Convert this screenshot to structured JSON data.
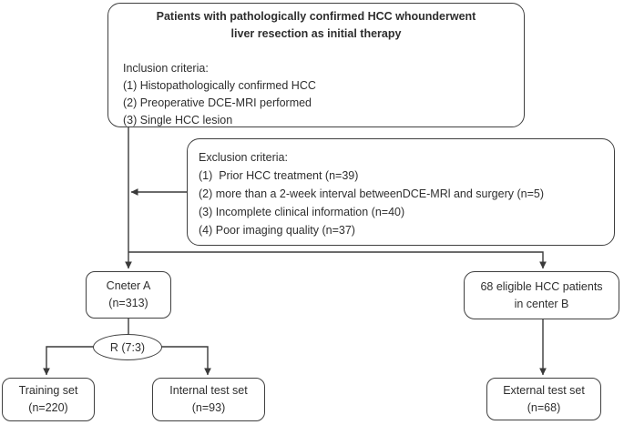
{
  "colors": {
    "line": "#3a3a3a",
    "border": "#3f3f3f",
    "text": "#2e2e2e",
    "background": "#ffffff"
  },
  "flowchart": {
    "top_box": {
      "title_line1": "Patients with pathologically confirmed HCC whounderwent",
      "title_line2": "liver resection as initial therapy",
      "inclusion_header": "Inclusion criteria:",
      "inclusion_items": [
        "(1) Histopathologically confirmed HCC",
        "(2) Preoperative DCE-MRI performed",
        "(3) Single HCC lesion"
      ]
    },
    "exclusion_box": {
      "header": "Exclusion criteria:",
      "items": [
        "(1)  Prior HCC treatment (n=39)",
        "(2) more than a 2-week interval betweenDCE-MRl and surgery (n=5)",
        "(3) Incomplete clinical information (n=40)",
        "(4) Poor imaging quality (n=37)"
      ]
    },
    "center_a_box": {
      "line1": "Cneter A",
      "line2": "(n=313)"
    },
    "eligible_box": {
      "line1": "68 eligible HCC patients",
      "line2": "in center B"
    },
    "ratio_ellipse": {
      "label": "R (7:3)"
    },
    "training_box": {
      "line1": "Training set",
      "line2": "(n=220)"
    },
    "internal_test_box": {
      "line1": "Internal test set",
      "line2": "(n=93)"
    },
    "external_test_box": {
      "line1": "External test set",
      "line2": "(n=68)"
    }
  }
}
